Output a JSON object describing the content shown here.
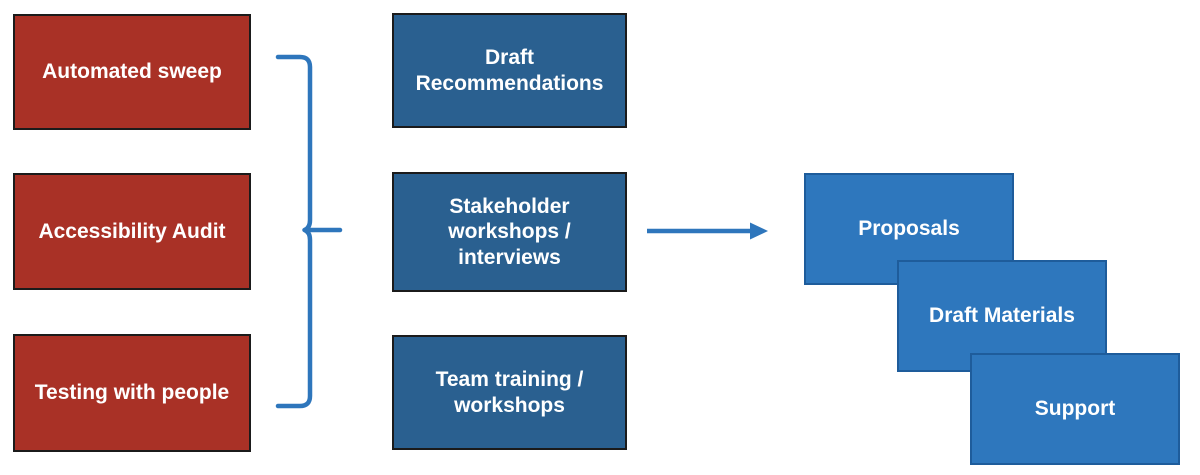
{
  "diagram": {
    "background_color": "#ffffff",
    "text_color": "#ffffff",
    "inputs": {
      "fill_color": "#a93126",
      "border_color": "#1b1b1b",
      "items": [
        {
          "label": "Automated sweep"
        },
        {
          "label": "Accessibility Audit"
        },
        {
          "label": "Testing with people"
        }
      ]
    },
    "activities": {
      "fill_color": "#2a6090",
      "border_color": "#1b1b1b",
      "items": [
        {
          "label": "Draft\nRecommendations"
        },
        {
          "label": "Stakeholder\nworkshops /\ninterviews"
        },
        {
          "label": "Team training /\nworkshops"
        }
      ]
    },
    "outputs": {
      "fill_color": "#2e77bd",
      "border_color": "#1e5c9b",
      "items": [
        {
          "label": "Proposals"
        },
        {
          "label": "Draft Materials"
        },
        {
          "label": "Support"
        }
      ]
    },
    "connectors": {
      "brace_color": "#2e76bc",
      "arrow_color": "#2e76bc"
    }
  }
}
